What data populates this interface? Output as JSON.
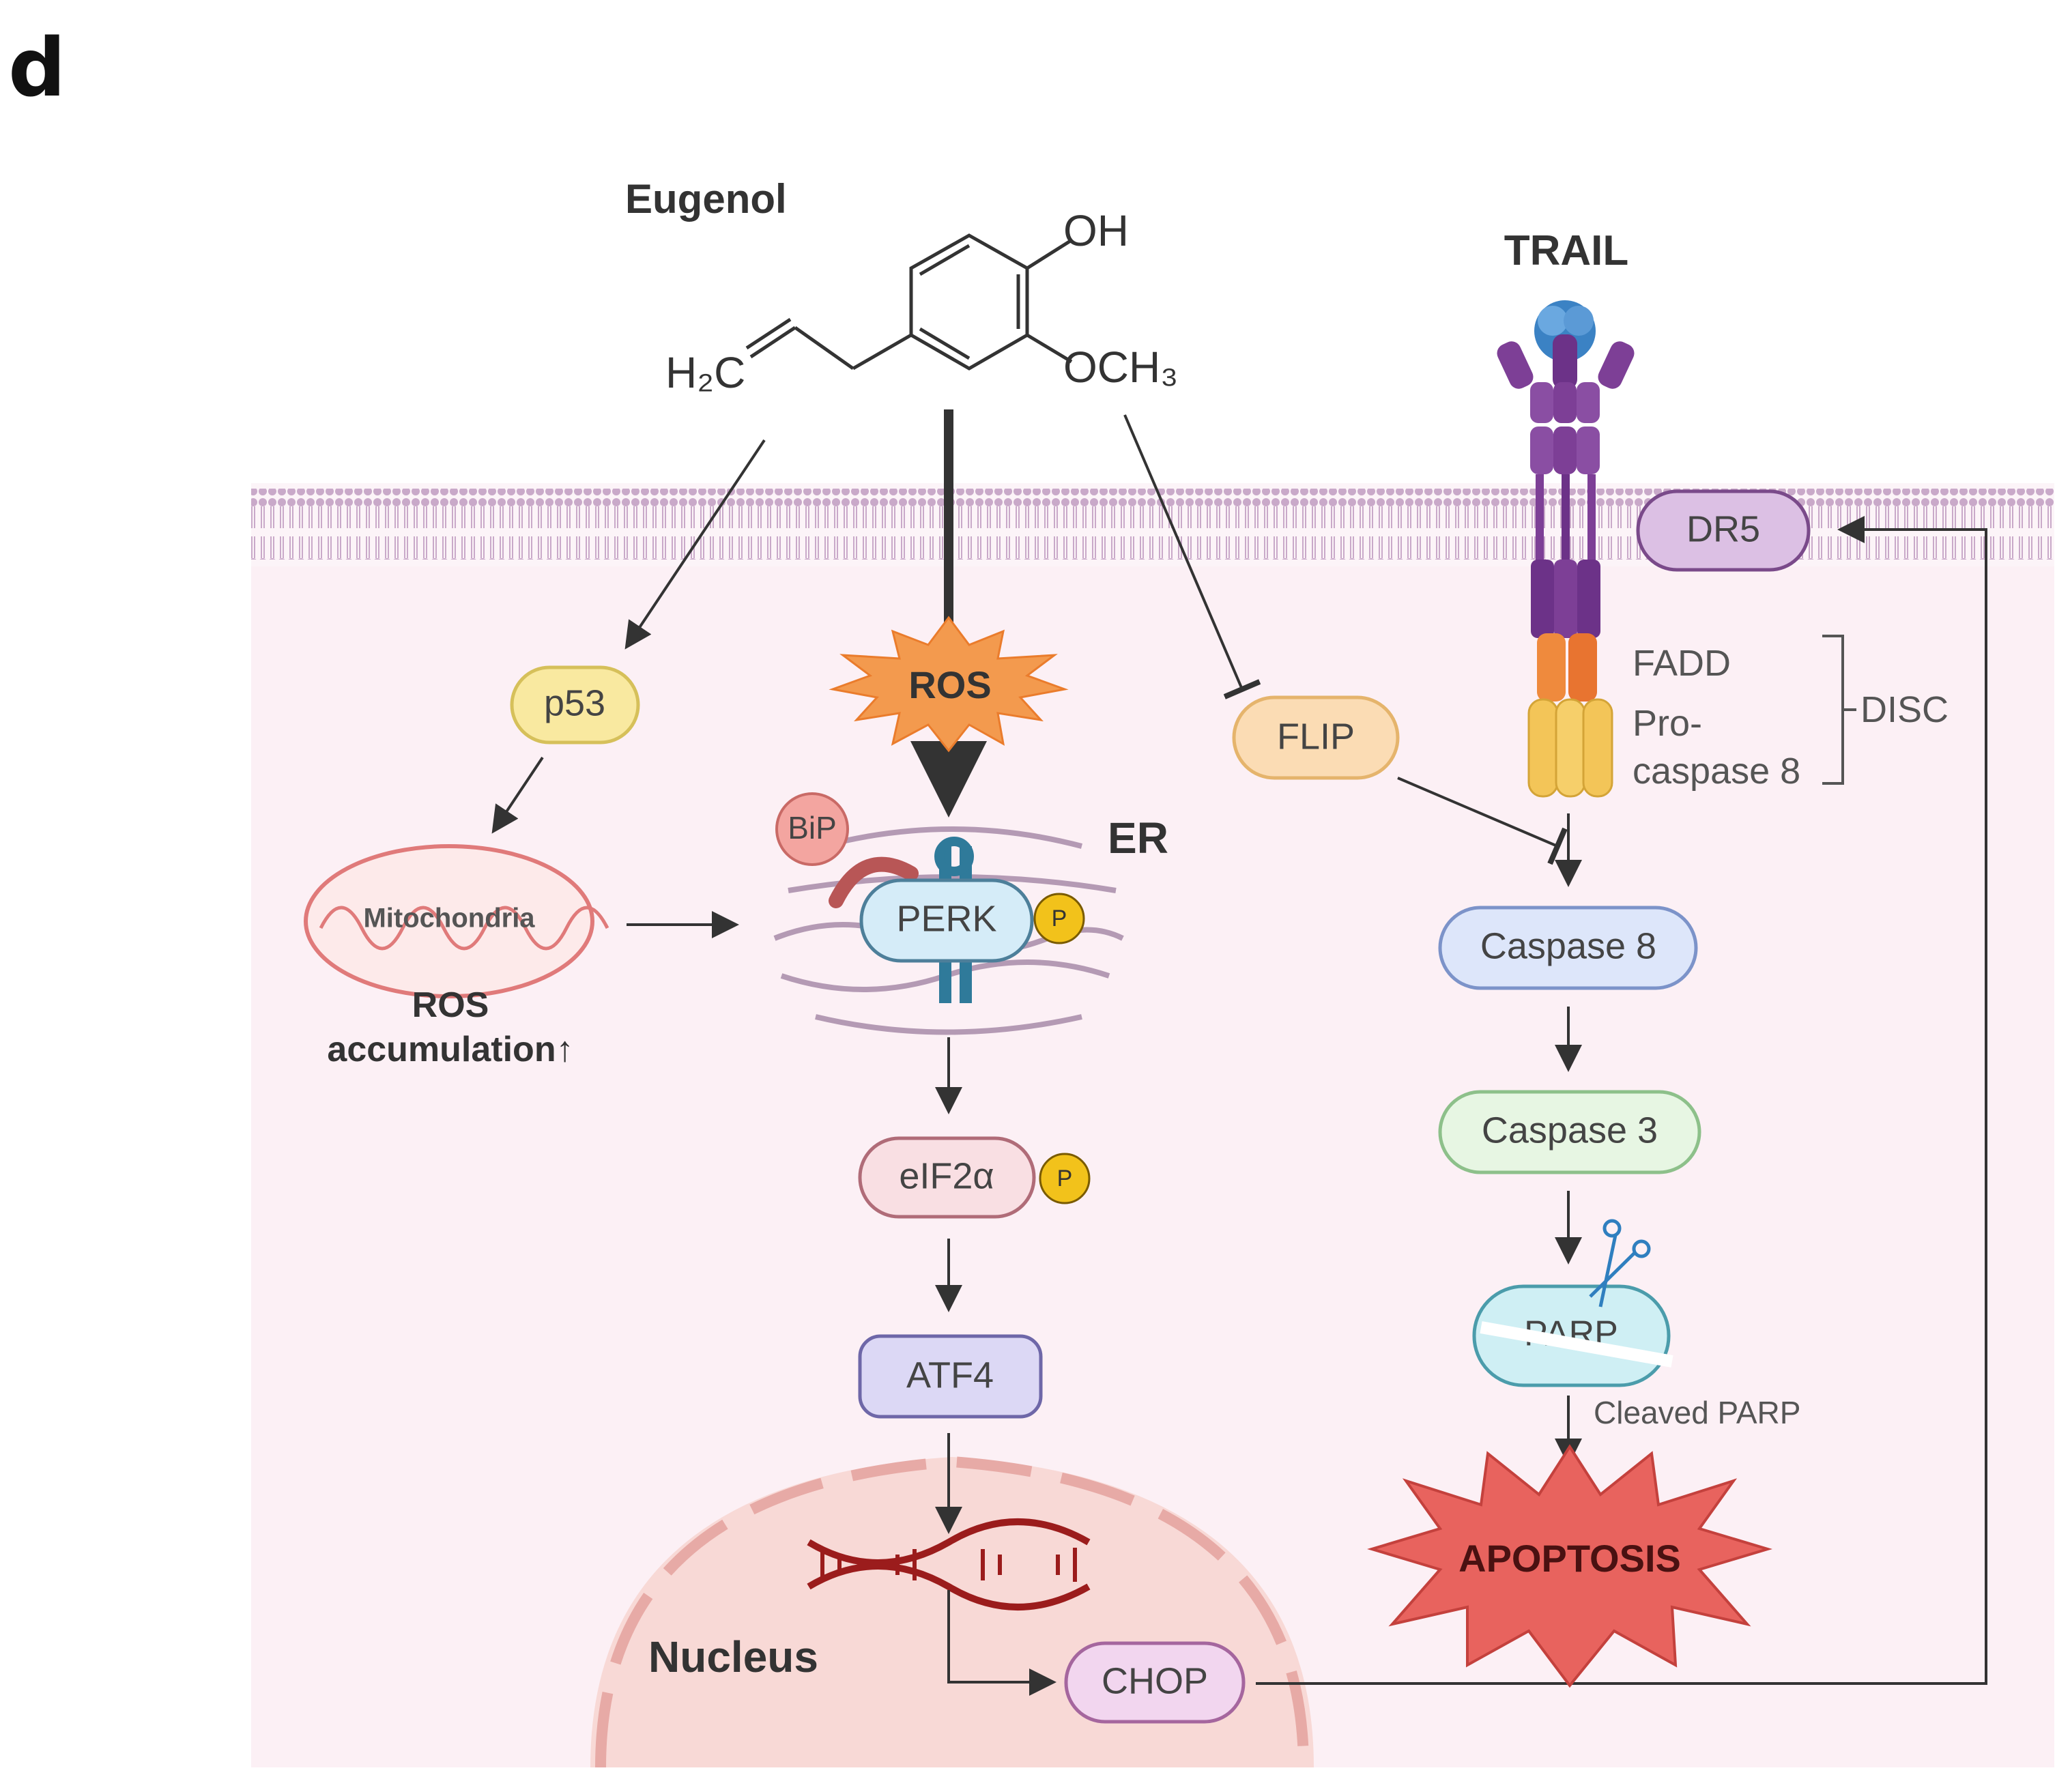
{
  "panel_label": "d",
  "compound": {
    "name": "Eugenol",
    "oh": "OH",
    "h2c": "H₂C",
    "och3": "OCH₃"
  },
  "trail": "TRAIL",
  "dr5": "DR5",
  "ros": "ROS",
  "p53": "p53",
  "mitochondria": "Mitochondria",
  "ros_acc_line1": "ROS",
  "ros_acc_line2": "accumulation↑",
  "bip": "BiP",
  "perk": "PERK",
  "er": "ER",
  "phospho": "P",
  "eif2a": "eIF2α",
  "atf4": "ATF4",
  "nucleus": "Nucleus",
  "chop": "CHOP",
  "flip": "FLIP",
  "fadd": "FADD",
  "procaspase_line1": "Pro-",
  "procaspase_line2": "caspase 8",
  "disc": "DISC",
  "caspase8": "Caspase 8",
  "caspase3": "Caspase 3",
  "parp": "PARP",
  "cleaved_parp": "Cleaved PARP",
  "apoptosis": "APOPTOSIS",
  "colors": {
    "cytoplasm": "#fcf0f5",
    "membrane": "#c9a9c9",
    "dr5_fill": "#dcc0e4",
    "dr5_stroke": "#7a4a8a",
    "ros_fill": "#f39a4e",
    "p53_fill": "#f9e9a0",
    "p53_stroke": "#d6c05a",
    "mito_stroke": "#e07a7a",
    "perk_fill": "#d5ecf8",
    "perk_stroke": "#4d7f9a",
    "eif2a_fill": "#f9dfe3",
    "eif2a_stroke": "#b06c78",
    "atf4_fill": "#dcd8f5",
    "atf4_stroke": "#6e67a8",
    "nucleus_fill": "#f8d9d6",
    "nucleus_stroke": "#e7aaa6",
    "chop_fill": "#f2d6ef",
    "chop_stroke": "#a5669e",
    "flip_fill": "#fbdcb4",
    "flip_stroke": "#e5b46c",
    "casp8_fill": "#dde6fa",
    "casp8_stroke": "#7c93c9",
    "casp3_fill": "#e7f6e3",
    "casp3_stroke": "#8dc08a",
    "parp_fill": "#cfeff4",
    "parp_stroke": "#4b9cab",
    "apoptosis_fill": "#e8635e",
    "phospho_fill": "#f2c21b",
    "trail_receptor": "#7d3f96",
    "fadd_fill": "#ef8a3d",
    "procasp_fill": "#f3c558"
  }
}
